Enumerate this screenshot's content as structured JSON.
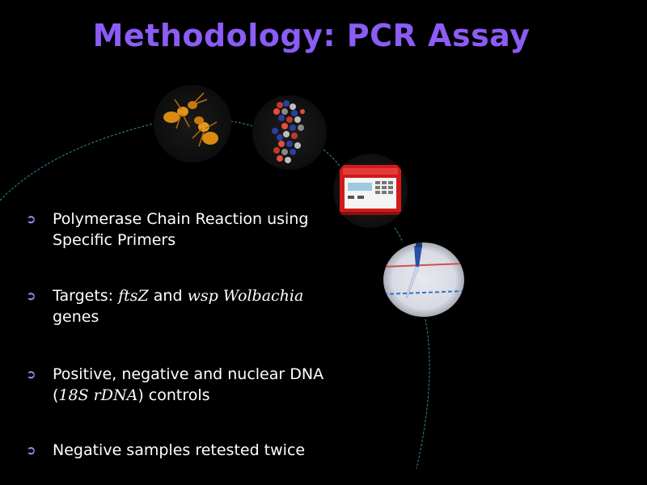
{
  "slide": {
    "title": "Methodology: PCR Assay",
    "title_color": "#8b5cf6",
    "background": "#000000",
    "arc_color": "#3aa0b8"
  },
  "images": [
    {
      "name": "ants-image",
      "icon": "ant-icon"
    },
    {
      "name": "dna-helix-image",
      "icon": "dna-icon"
    },
    {
      "name": "thermocycler-image",
      "icon": "pcr-machine-icon"
    },
    {
      "name": "gel-electrophoresis-image",
      "icon": "pipette-icon"
    }
  ],
  "bullet_marker": "➲",
  "bullets": [
    {
      "line1": "Polymerase Chain Reaction using",
      "line2": "Specific Primers"
    },
    {
      "prefix": "Targets: ",
      "term1": "ftsZ",
      "mid": " and ",
      "term2": "wsp Wolbachia",
      "line2": "genes"
    },
    {
      "line1": "Positive, negative and nuclear DNA",
      "open_paren": "(",
      "term": "18S rDNA",
      "close_text": ") controls"
    },
    {
      "line1": "Negative samples retested twice"
    }
  ]
}
